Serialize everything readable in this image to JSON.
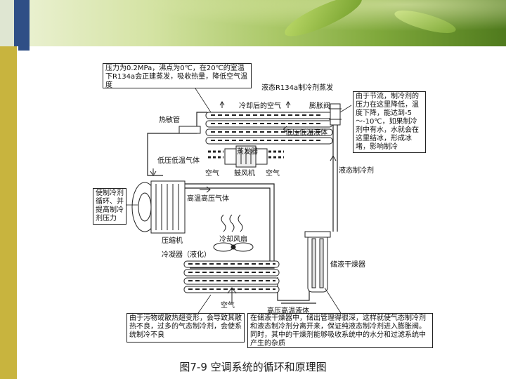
{
  "colors": {
    "banner_green": "#7fa83b",
    "accent_blue": "#2f4f86",
    "side_strip": "#c8b43e"
  },
  "notes": {
    "top_left": "压力为0.2MPa，沸点为0℃，在20℃的室温下R134a会正建蒸发，吸收热量，降低空气温度",
    "right": "由于节流，制冷剂的压力在这里降低，温度下降，能达到-5～-10℃，如果制冷剂中有水，水就会在这里结冰，形成冰堵，影响制冷",
    "left": "使制冷剂循环、并提高制冷剂压力",
    "bottom_left": "由于污物或散热翅变形，会导致其散热不良，过多的气态制冷剂，会使系统制冷不良",
    "bottom_right": "在储液干燥器中，储出管理得很深，这样就使气态制冷剂和液态制冷剂分离开来，保证纯液态制冷剂进入膨胀阀。同时，其中的干燥剂能够吸收系统中的水分和过滤系统中产生的杂质"
  },
  "labels": {
    "gas_evaporate": "液态R134a制冷剂蒸发",
    "cooled_air": "冷却后的空气",
    "expansion_valve": "膨胀阀",
    "heat_tube": "热敏管",
    "low_pressure_liquid": "低压低温液体",
    "evaporator": "蒸发器",
    "low_pressure_gas": "低压低温气体",
    "air_left": "空气",
    "blower": "鼓风机",
    "air_right": "空气",
    "liquid_refrigerant": "液态制冷剂",
    "high_pressure_gas": "高温高压气体",
    "compressor": "压缩机",
    "cooling_fan": "冷却风扇",
    "condenser": "冷凝器（液化）",
    "receiver_drier": "储液干燥器",
    "air_bottom": "空气",
    "high_pressure_liquid": "高压高温液体"
  },
  "caption": "图7-9  空调系统的循环和原理图"
}
